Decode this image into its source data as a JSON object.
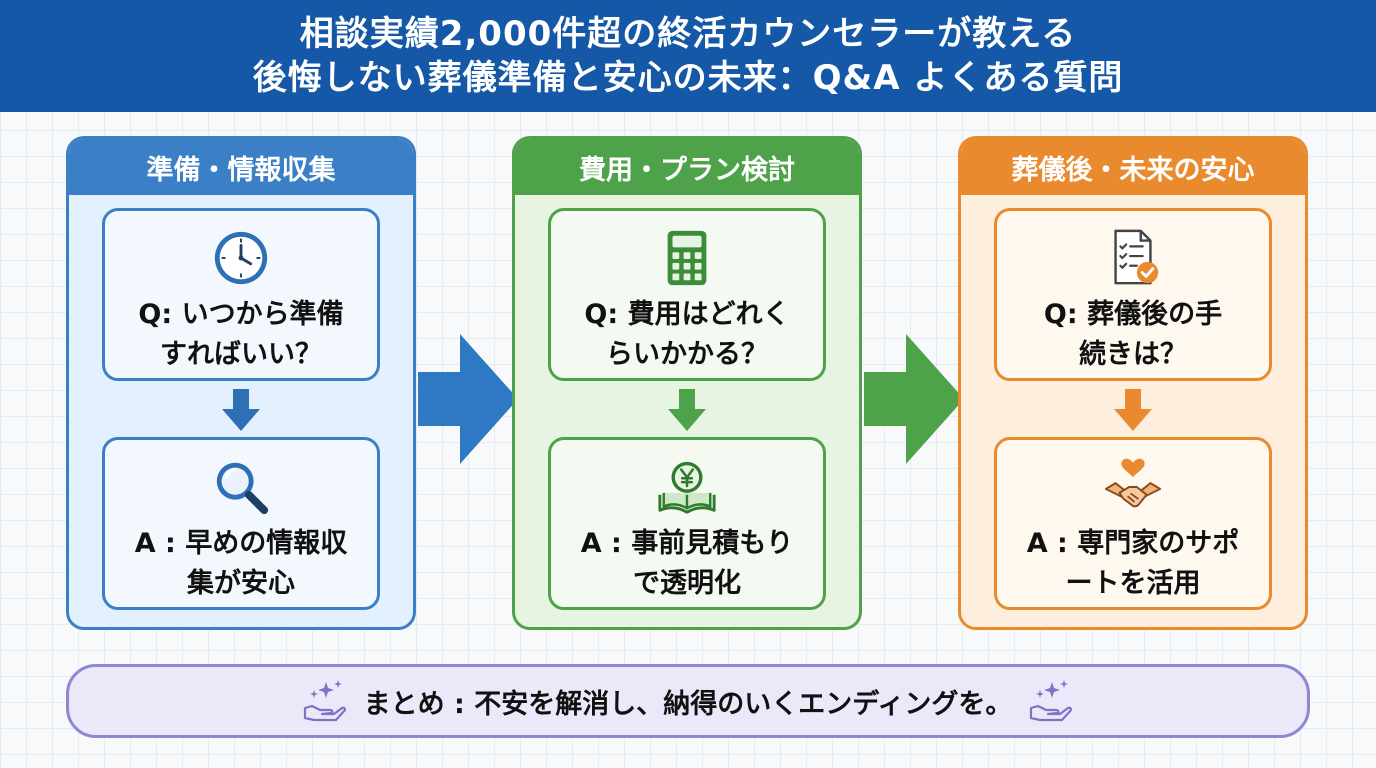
{
  "header": {
    "title_line1": "相談実績2,000件超の終活カウンセラーが教える",
    "title_line2": "後悔しない葬儀準備と安心の未来：Q&A よくある質問"
  },
  "columns": [
    {
      "title": "準備・情報収集",
      "color": "#3b7fc6",
      "question": {
        "text": "Q: いつから準備\nすればいい？",
        "icon": "clock-icon"
      },
      "answer": {
        "text": "A : 早めの情報収\n集が安心",
        "icon": "magnifier-icon"
      }
    },
    {
      "title": "費用・プラン検討",
      "color": "#4ea34a",
      "question": {
        "text": "Q: 費用はどれく\nらいかかる？",
        "icon": "calculator-icon"
      },
      "answer": {
        "text": "A : 事前見積もり\nで透明化",
        "icon": "yen-book-icon"
      }
    },
    {
      "title": "葬儀後・未来の安心",
      "color": "#ea8a2f",
      "question": {
        "text": "Q: 葬儀後の手\n続きは？",
        "icon": "checklist-icon"
      },
      "answer": {
        "text": "A : 専門家のサポ\nートを活用",
        "icon": "handshake-heart-icon"
      }
    }
  ],
  "summary": {
    "text": "まとめ : 不安を解消し、納得のいくエンディングを。",
    "icon": "sparkle-hand-icon",
    "color": "#8d88cf"
  }
}
